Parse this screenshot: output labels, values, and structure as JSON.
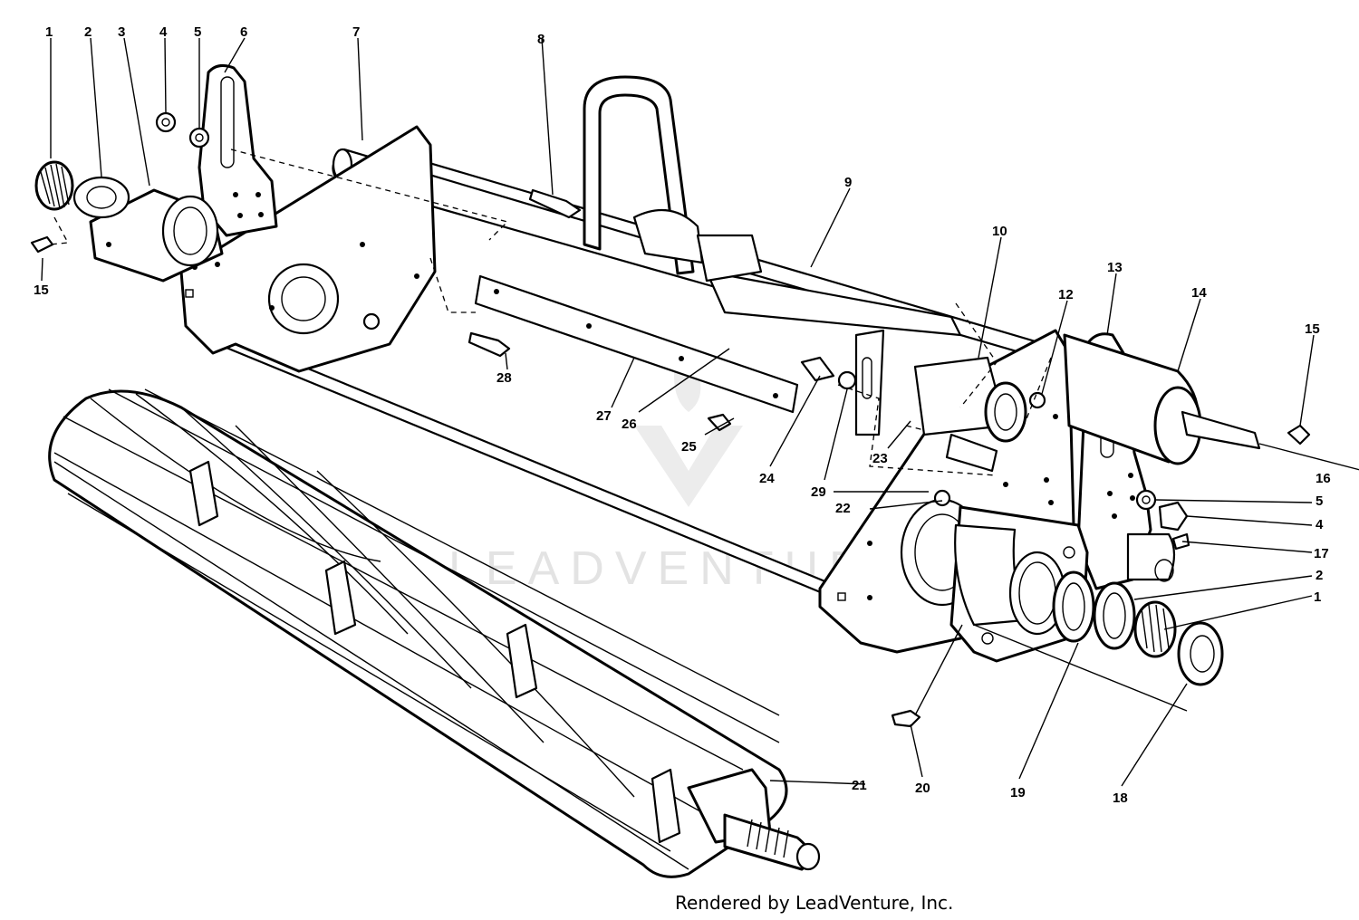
{
  "watermark": {
    "text": "LEADVENTURE"
  },
  "credit": {
    "text": "Rendered by LeadVenture, Inc."
  },
  "callouts": [
    {
      "id": "c1",
      "label": "1"
    },
    {
      "id": "c2",
      "label": "2"
    },
    {
      "id": "c3",
      "label": "3"
    },
    {
      "id": "c4",
      "label": "4"
    },
    {
      "id": "c5",
      "label": "5"
    },
    {
      "id": "c6",
      "label": "6"
    },
    {
      "id": "c7",
      "label": "7"
    },
    {
      "id": "c8",
      "label": "8"
    },
    {
      "id": "c9",
      "label": "9"
    },
    {
      "id": "c10",
      "label": "10"
    },
    {
      "id": "c12",
      "label": "12"
    },
    {
      "id": "c13",
      "label": "13"
    },
    {
      "id": "c14",
      "label": "14"
    },
    {
      "id": "c15a",
      "label": "15"
    },
    {
      "id": "c15b",
      "label": "15"
    },
    {
      "id": "c28",
      "label": "28"
    },
    {
      "id": "c27",
      "label": "27"
    },
    {
      "id": "c26",
      "label": "26"
    },
    {
      "id": "c25",
      "label": "25"
    },
    {
      "id": "c24",
      "label": "24"
    },
    {
      "id": "c29",
      "label": "29"
    },
    {
      "id": "c23",
      "label": "23"
    },
    {
      "id": "c22",
      "label": "22"
    },
    {
      "id": "c16",
      "label": "16"
    },
    {
      "id": "c5b",
      "label": "5"
    },
    {
      "id": "c4b",
      "label": "4"
    },
    {
      "id": "c17",
      "label": "17"
    },
    {
      "id": "c2b",
      "label": "2"
    },
    {
      "id": "c1b",
      "label": "1"
    },
    {
      "id": "c21",
      "label": "21"
    },
    {
      "id": "c20",
      "label": "20"
    },
    {
      "id": "c19",
      "label": "19"
    },
    {
      "id": "c18",
      "label": "18"
    }
  ]
}
